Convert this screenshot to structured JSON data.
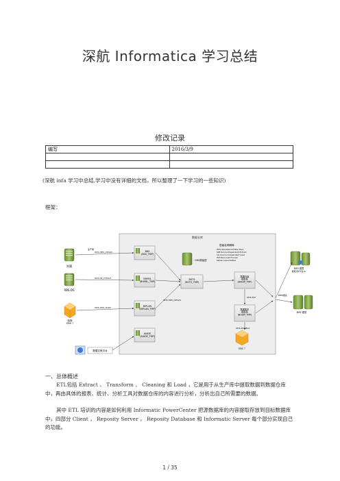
{
  "doc": {
    "title": "深航 Informatica 学习总结",
    "revision_title": "修改记录",
    "revision_table": [
      [
        "编写",
        "2016/3/9"
      ],
      [
        "",
        ""
      ],
      [
        "",
        ""
      ]
    ],
    "note": "(深航 infa 学习中总结,学习中没有详细的文档，所以整理了一下学习的一些知识)",
    "frame_label": "框架：",
    "section1_heading": "一、总体概述",
    "para1": "ETL包括 Extract 、 Transform 、 Cleaning 和 Load ，它是用于从生产库中提取数据到数据仓库中，再由具体的报表、统计、分析工具对数据仓库的内容进行分析，分析出自己所需要的数据。",
    "para2": "其中 ETL 培训的内容是如何利用 Informatic PowerCenter 把源数据库的内容提取存放到目标数据库中，四部分 Client ， Reposity Server ， Reposity Database 和 Informatic Server 每个部分实现自己的功能。",
    "page_number": "1 / 35"
  },
  "diagram": {
    "outer_label": "数据仓库",
    "sources": [
      {
        "label": "生产库"
      },
      {
        "label": "外围"
      },
      {
        "label": "RBS-DS"
      },
      {
        "label": "检索\nEBS ?"
      }
    ],
    "tmp_boxes": [
      {
        "label": "BBS\n(BSS_TMP)"
      },
      {
        "label": "BHEBL\n(BHEBL_TMP)"
      },
      {
        "label": "BIPLAN\n(BIPLAN_TMP)"
      },
      {
        "label": "AIADE\n(AIADE_TMP)"
      }
    ],
    "ods_box": {
      "label": "ODS原始层"
    },
    "bstg_box": {
      "label": "BSTG\n(BSTG_TMP)"
    },
    "legend_title": "层级名称解释",
    "legend_lines": [
      "ODS:Operational Data Store",
      "SDE:Source Dependent Extract",
      "SIL:Source Independent Load",
      "PLP:Post Load Process",
      "Kalilen Level Kettles"
    ],
    "edw_box": {
      "label": "数据仓库\n模型库\n(BODW_TMP)"
    },
    "dm_box": {
      "label": "数据集市\n模型库\n(BODM_TMP)"
    },
    "ebs_box": {
      "label": "EBS ?"
    },
    "right_top": {
      "label": "BIEE 报表"
    },
    "right_sub": {
      "label": "数据分析平台(s)"
    },
    "right_bottom": {
      "label": "BIEE 模型"
    },
    "portal": {
      "label": "数据交换平台"
    },
    "flows": [
      "ODS-HRS_ODSAS",
      "ODS-SE_CTAS11",
      "ODS-ODS_PLAN",
      "ODS-HRS_ODSAS",
      "ODS-PLP",
      "ODS-RASMAX",
      "BIEE报表"
    ]
  }
}
